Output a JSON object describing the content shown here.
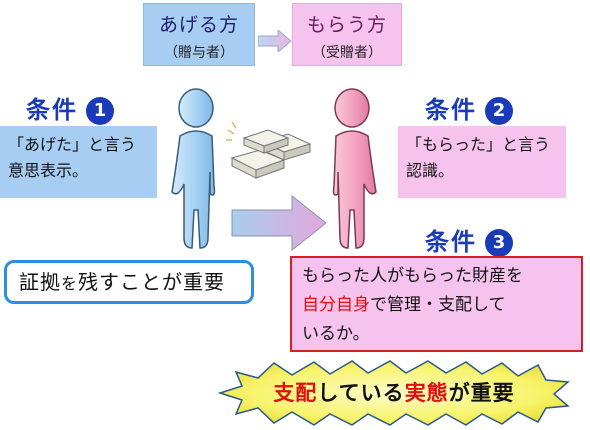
{
  "giver": {
    "title": "あげる方",
    "subtitle": "（贈与者）"
  },
  "receiver": {
    "title": "もらう方",
    "subtitle": "（受贈者）"
  },
  "conditions": [
    {
      "label": "条件",
      "number": "1",
      "text_line1": "「あげた」と言う",
      "text_line2": "意思表示。"
    },
    {
      "label": "条件",
      "number": "2",
      "text_line1": "「もらった」と言う",
      "text_line2": "認識。"
    },
    {
      "label": "条件",
      "number": "3",
      "text_line1": "もらった人がもらった財産を",
      "text_red": "自分自身",
      "text_line2_rest": "で管理・支配して",
      "text_line3": "いるか。"
    }
  ],
  "evidence": {
    "part1": "証拠",
    "part2": "を",
    "part3": "残すことが重要"
  },
  "burst": {
    "part1": "支配",
    "part2": "している",
    "part3": "実態",
    "part4": "が重要"
  },
  "colors": {
    "giver_blue": "#a8cdf2",
    "receiver_pink": "#f6c3ef",
    "condition_header": "#1a3bb8",
    "emphasis_red": "#e01010",
    "burst_yellow": "#f7f36a"
  },
  "icons": [
    "giver-person-figure",
    "receiver-person-figure",
    "money-stack-icon",
    "transfer-arrow-icon",
    "small-arrow-icon"
  ]
}
